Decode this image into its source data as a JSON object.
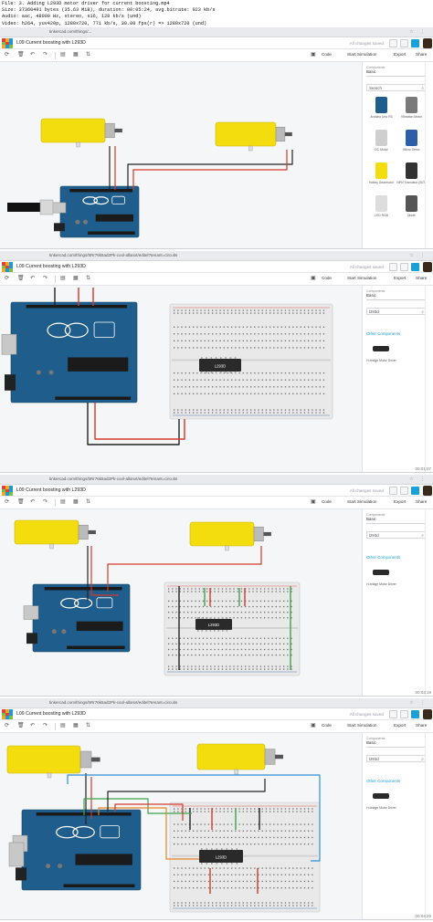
{
  "file_meta": [
    "File: 3. Adding L293D motor driver for current boosting.mp4",
    "Size: 37360491 bytes (35.63 MiB), duration: 00:05:24, avg.bitrate: 923 kb/s",
    "Audio: aac, 48000 Hz, stereo, s16, 128 kb/s (und)",
    "Video: h264, yuv420p, 1280x720, 771 kb/s, 30.00 fps(r) => 1280x720 (und)"
  ],
  "colors": {
    "logo": [
      "#e2403a",
      "#f5a623",
      "#1d9ad6",
      "#7bc043",
      "#e2403a",
      "#1d9ad6",
      "#f5a623",
      "#1d9ad6",
      "#7bc043"
    ],
    "accent": "#1aa0d8",
    "arduino": "#1f5e8c",
    "motor": "#f4dd0f",
    "wire_red": "#d33a2c",
    "wire_black": "#222222",
    "wire_green": "#3ea34a",
    "wire_orange": "#e8852a",
    "wire_blue": "#2d8ed6"
  },
  "frames": [
    {
      "address": "tinkercad.com/things/...",
      "title": "L09 Current boosting with L293D",
      "saved": "All changes saved",
      "toolbar": {
        "code": "Code",
        "start_sim": "Start Simulation",
        "export": "Export",
        "share": "Share"
      },
      "panel": {
        "label": "Components",
        "select": "Basic",
        "search": "Search",
        "components": [
          "Arduino Uno R3",
          "Vibration Motor",
          "DC Motor",
          "Micro Servo",
          "Hobby Gearmotor",
          "NPN Transistor (BJT)",
          "LED RGB",
          "Diode"
        ]
      },
      "time": ""
    },
    {
      "address": "tinkercad.com/things/5Rr76k5ad2Pk-cool-allanxt/editel?tenant=circuits",
      "title": "L09 Current boosting with L293D",
      "saved": "All changes saved",
      "toolbar": {
        "code": "Code",
        "start_sim": "Start Simulation",
        "export": "Export",
        "share": "Share"
      },
      "panel": {
        "label": "Components",
        "select": "Basic",
        "search": "l293d",
        "other": "Other Components",
        "components": [
          "H-bridge Motor Driver"
        ]
      },
      "chip_label": "L293D",
      "time": "00:01:07"
    },
    {
      "address": "tinkercad.com/things/5Rr76k5ad2Pk-cool-allanxt/editel?tenant=circuits",
      "title": "L09 Current boosting with L293D",
      "saved": "All changes saved",
      "toolbar": {
        "code": "Code",
        "start_sim": "Start Simulation",
        "export": "Export",
        "share": "Share"
      },
      "panel": {
        "label": "Components",
        "select": "Basic",
        "search": "l293d",
        "other": "Other Components",
        "components": [
          "H-bridge Motor Driver"
        ]
      },
      "chip_label": "L293D",
      "time": "00:03:19"
    },
    {
      "address": "tinkercad.com/things/5Rr76k5ad2Pk-cool-allanxt/editel?tenant=circuits",
      "title": "L09 Current boosting with L293D",
      "saved": "All changes saved",
      "toolbar": {
        "code": "Code",
        "start_sim": "Start Simulation",
        "export": "Export",
        "share": "Share"
      },
      "panel": {
        "label": "Components",
        "select": "Basic",
        "search": "l293d",
        "other": "Other Components",
        "components": [
          "H-bridge Motor Driver"
        ]
      },
      "chip_label": "L293D",
      "time": "00:04:29"
    }
  ]
}
